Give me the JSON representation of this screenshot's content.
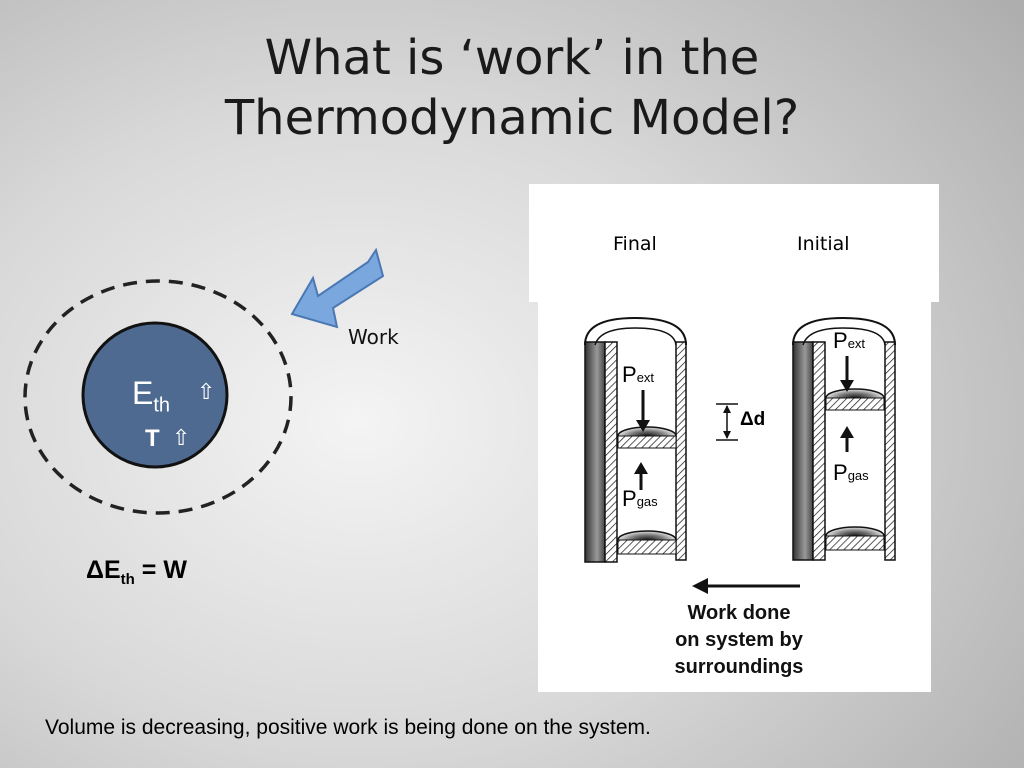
{
  "slide": {
    "title_line1": "What is ‘work’ in the",
    "title_line2": "Thermodynamic Model?",
    "caption": "Volume is decreasing, positive work is being done on the system."
  },
  "system": {
    "work_label": "Work",
    "energy_symbol": "E",
    "energy_subscript": "th",
    "temperature_symbol": "T",
    "increase_icon": "up-arrow-icon",
    "equation_prefix": "ΔE",
    "equation_subscript": "th",
    "equation_suffix": " = W",
    "colors": {
      "system_fill": "#4e6a91",
      "work_arrow": "#7aa7dd",
      "boundary": "#222222"
    }
  },
  "figure": {
    "final_label": "Final",
    "initial_label": "Initial",
    "p_symbol": "P",
    "ext_subscript": "ext",
    "gas_subscript": "gas",
    "delta_d_label": "Δd",
    "work_done_line1": "Work done",
    "work_done_line2": "on system by",
    "work_done_line3": "surroundings"
  }
}
